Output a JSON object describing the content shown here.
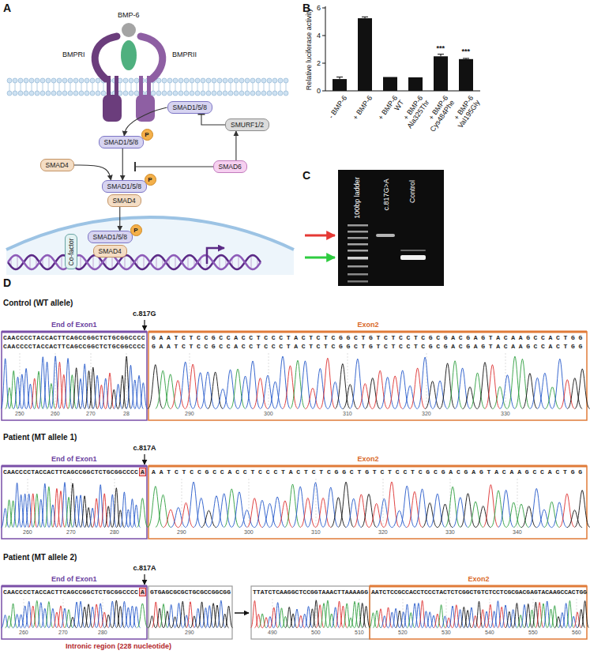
{
  "diagram": {
    "nodes": [
      {
        "text": [
          "SMAD1/5/8"
        ]
      },
      {
        "text": [
          "SMURF1/2"
        ]
      },
      {
        "text": [
          "SMAD1/5/8"
        ]
      },
      {
        "text": [
          "P"
        ]
      },
      {
        "text": [
          "SMAD4"
        ]
      },
      {
        "text": [
          "SMAD6"
        ]
      },
      {
        "text": [
          "SMAD1/5/8"
        ]
      },
      {
        "text": [
          "P"
        ]
      },
      {
        "text": [
          "SMAD4"
        ]
      },
      {
        "text": [
          "Co-factor"
        ]
      },
      {
        "text": [
          "SMAD1/5/8"
        ]
      },
      {
        "text": [
          "P"
        ]
      },
      {
        "text": [
          "SMAD4"
        ]
      }
    ],
    "edges": [
      {
        "from": 0,
        "to": 2,
        "arrow": "to"
      },
      {
        "from": 1,
        "to": 0,
        "arrow": "to"
      },
      {
        "from": 5,
        "to": 1,
        "arrow": "to"
      },
      {
        "from": 2,
        "to": 6,
        "arrow": "to"
      },
      {
        "from": 4,
        "to": 6,
        "arrow": "to"
      },
      {
        "from": 8,
        "to": 10,
        "arrow": "to"
      }
    ],
    "labels": [
      "A",
      "B",
      "C",
      "D",
      "BMP-6",
      "BMPRI",
      "BMPRII",
      "Relative luciferase activity",
      "0",
      "2",
      "4",
      "6",
      "- BMP-6",
      "+ BMP-6",
      "+ BMP-6 WT",
      "+ BMP-6 Ala325Thr",
      "+ BMP-6 Cys484Phe",
      "+ BMP-6 Val195Gly",
      "***",
      "***",
      "100bp ladder",
      "c.817G>A",
      "Control",
      "Control (WT allele)",
      "c.817G",
      "End of Exon1",
      "Exon2",
      "CAACCCCTACCACTTCAGCCGGCTCTGCGGCCCC",
      "GAATCTCCGCCACCTCCCTACTCTCGGCTGTCTCCTCGCGACGAGTACAAGCCACTGG",
      "CAACCCCTACCACTTCAGCCGGCTCTGCGGCCCC",
      "GAATCTCCGCCACCTCCCTACTCTCGGCTGTCTCCTCGCGACGAGTACAAGCCACTGG",
      "250",
      "260",
      "270",
      "28",
      "290",
      "300",
      "310",
      "320",
      "330",
      "Patient (MT allele 1)",
      "c.817A",
      "End of Exon1",
      "Exon2",
      "CAACCCCTACCACTTCAGCCGGCTCTGCGGCCCC",
      "A",
      "AATCTCCGCCACCTCCCTACTCTCGGCTGTCTCCTCGCGACGAGTACAAGCCACTGG",
      "260",
      "270",
      "280",
      "290",
      "300",
      "310",
      "320",
      "330",
      "340",
      "Patient (MT allele 2)",
      "c.817A",
      "End of Exon1",
      "CAACCCCTACCACTTCAGCCGGCTCTGCGGCCCC",
      "A",
      "GTGAGCGCGCTGCGCCGGCGG",
      "260",
      "270",
      "280",
      "290",
      "Intronic region (228 nucleotide)",
      "Exon2",
      "TTATCTCAAGGCTCCGGTAAACTTAAAAGG",
      "AATCTCCGCCACCTCCCTACTCTCGGCTGTCTCCTCGCGACGAGTACAAGCCACTGG",
      "490",
      "500",
      "510",
      "520",
      "530",
      "540",
      "550",
      "560"
    ]
  }
}
